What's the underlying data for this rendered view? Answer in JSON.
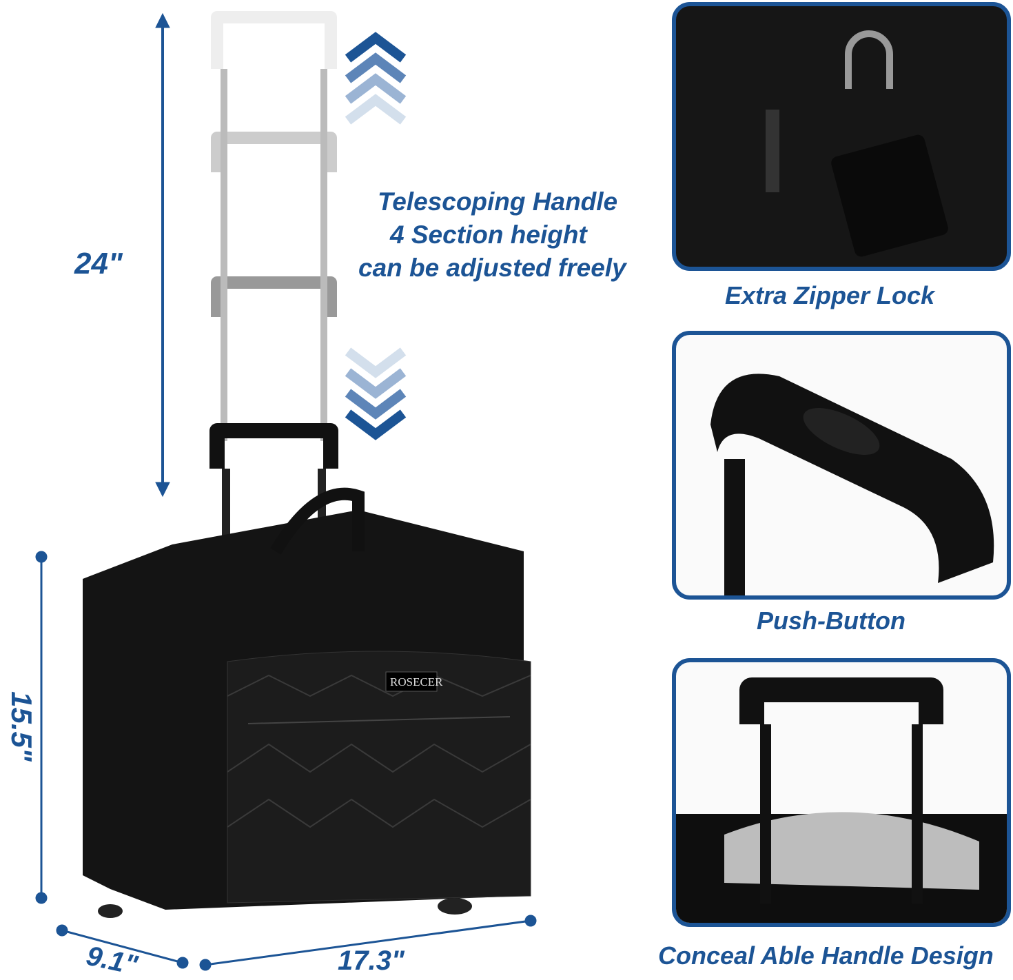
{
  "brand": "ROSECER",
  "colors": {
    "accent": "#1c5495",
    "bag": "#111111",
    "background": "#ffffff"
  },
  "dimensions": {
    "height_total": "24\"",
    "height_bag": "15.5\"",
    "depth": "9.1\"",
    "width": "17.3\""
  },
  "headline": [
    "Telescoping Handle",
    "4 Section height",
    "can be adjusted freely"
  ],
  "features": [
    {
      "caption": "Extra Zipper Lock",
      "icon": "combination-lock"
    },
    {
      "caption": "Push-Button",
      "icon": "handle-push-button"
    },
    {
      "caption": "Conceal Able Handle Design",
      "icon": "concealed-handle"
    }
  ]
}
